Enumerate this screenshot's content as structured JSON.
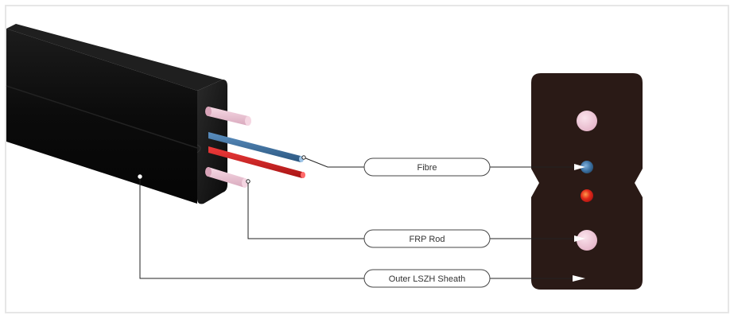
{
  "diagram": {
    "labels": {
      "fibre": "Fibre",
      "frp_rod": "FRP Rod",
      "outer_sheath": "Outer LSZH Sheath"
    },
    "colors": {
      "sheath": "#2a1a16",
      "cable_body": "#0d0d0d",
      "frp_rod": "#f0c6d6",
      "fibre_blue": "#3a6fa0",
      "fibre_red": "#d42020",
      "leader_line": "#222222",
      "label_border": "#444444"
    }
  }
}
